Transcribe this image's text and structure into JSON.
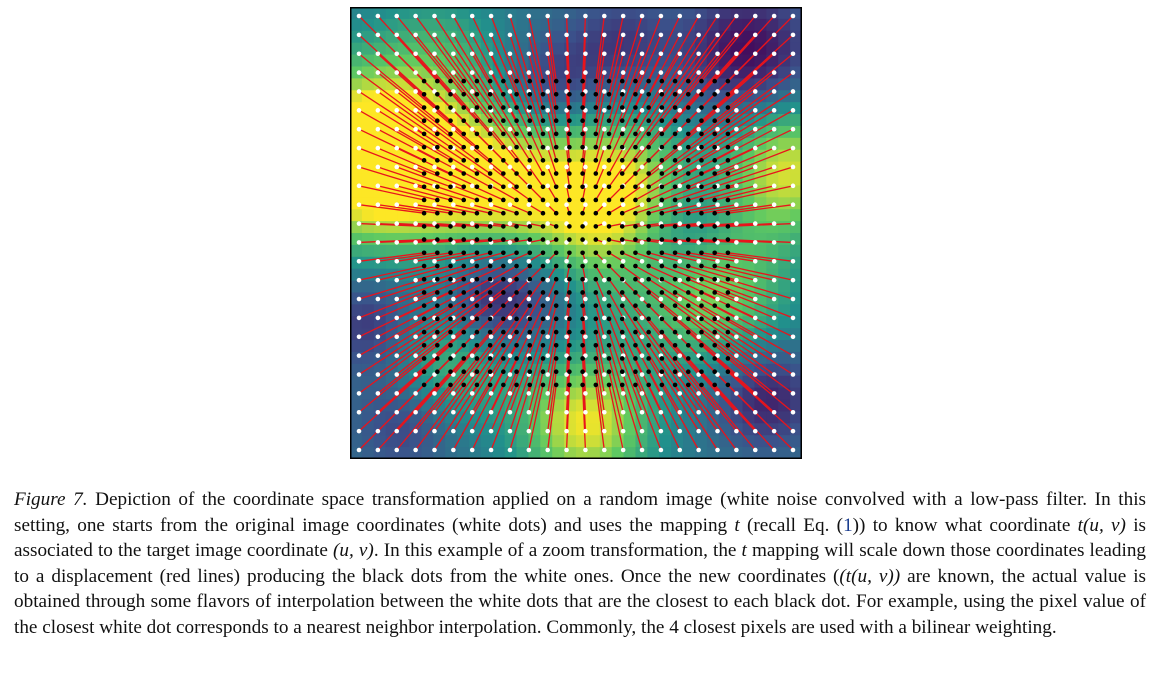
{
  "figure": {
    "description_colormap": [
      "#440154",
      "#3b528b",
      "#21918c",
      "#5ec962",
      "#fde725"
    ],
    "grid": {
      "cols": 24,
      "rows": 24
    },
    "zoom_scale": 0.7,
    "colors": {
      "source_dot": "#ffffff",
      "target_dot": "#000000",
      "displacement_line": "#e8141c",
      "border": "#000000"
    }
  },
  "caption": {
    "label": "Figure 7.",
    "s1": " Depiction of the coordinate space transformation applied on a random image (white noise convolved with a low-pass filter. In this setting, one starts from the original image coordinates (white dots) and uses the mapping ",
    "t1": "t",
    "s2": " (recall Eq. (",
    "ref": "1",
    "s3": ")) to know what coordinate ",
    "m1": "t(u, v)",
    "s4": " is associated to the target image coordinate ",
    "m2": "(u, v)",
    "s5": ". In this example of a zoom transformation, the ",
    "t2": "t",
    "s6": " mapping will scale down those coordinates leading to a displacement (red lines) producing the black dots from the white ones. Once the new coordinates (",
    "m3": "(t(u, v))",
    "s7": " are known, the actual value is obtained through some flavors of interpolation between the white dots that are the closest to each black dot. For example, using the pixel value of the closest white dot corresponds to a nearest neighbor interpolation. Commonly, the 4 closest pixels are used with a bilinear weighting."
  }
}
